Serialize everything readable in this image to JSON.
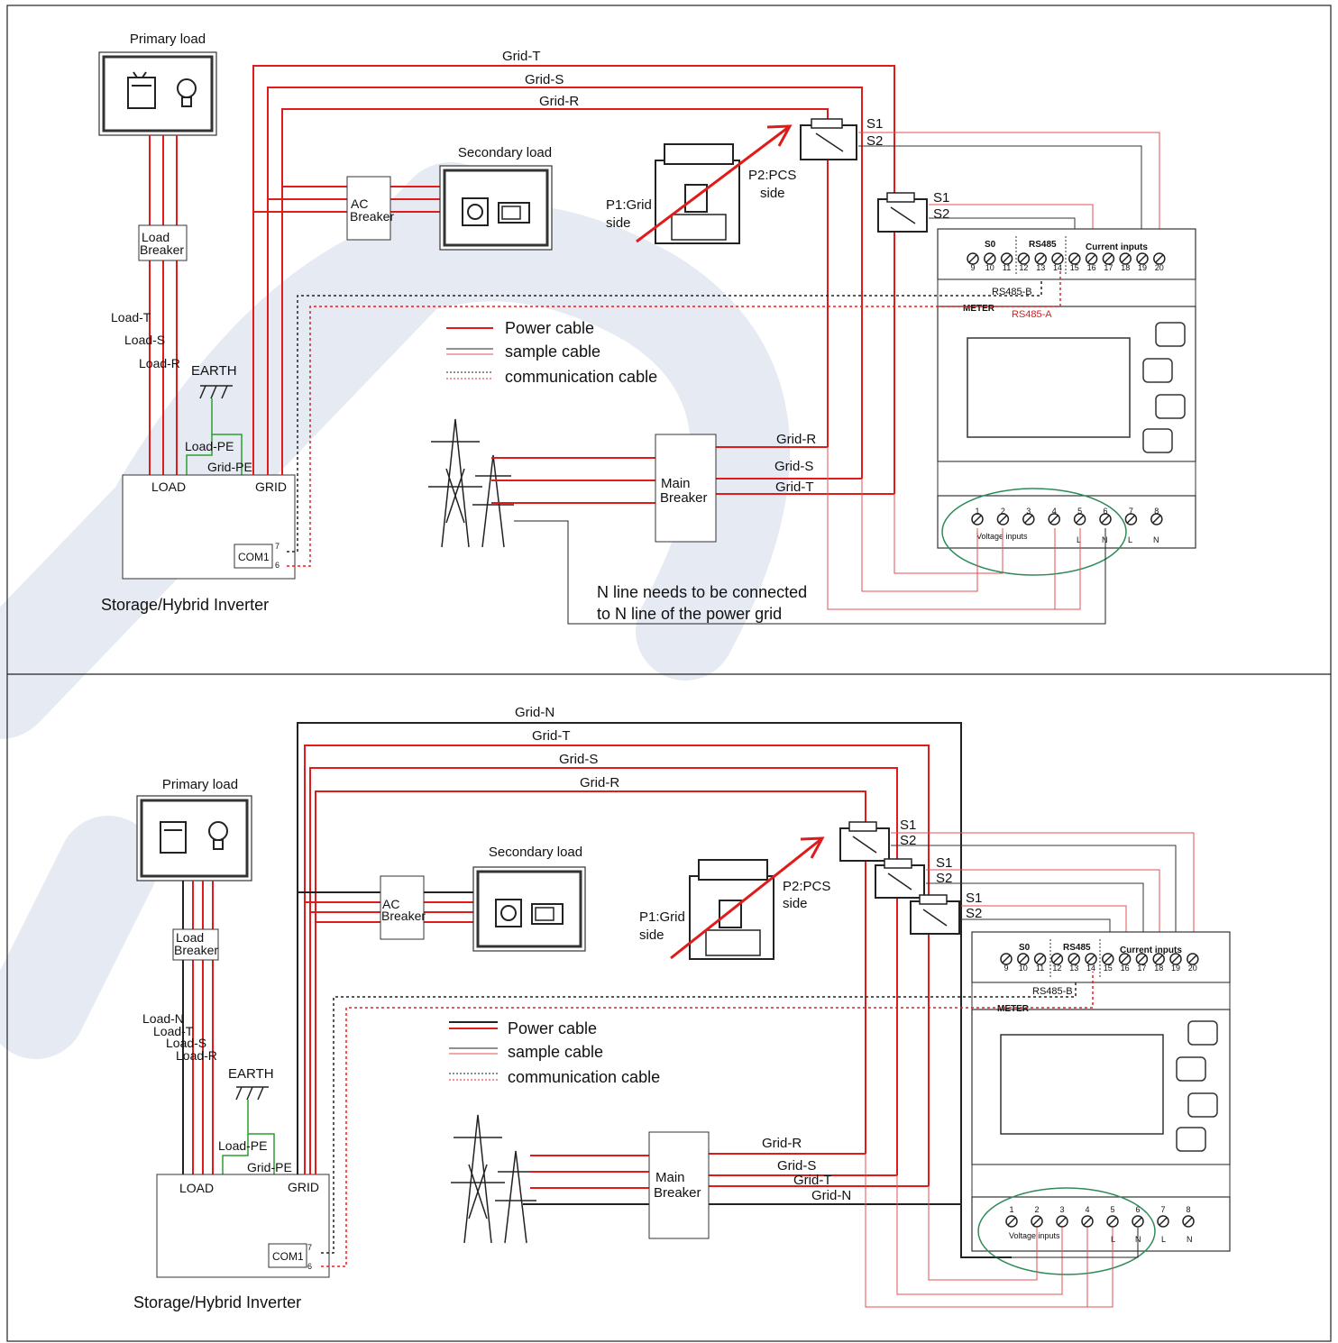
{
  "colors": {
    "power": "#e01b1b",
    "sample": "#222222",
    "sample_red": "#e05050",
    "earth": "#2f9e2f",
    "comm_black": "#222222",
    "comm_red": "#e02020",
    "oval": "#2e8b57",
    "watermark": "#e6eaf3"
  },
  "top": {
    "primary_load": "Primary load",
    "secondary_load": "Secondary load",
    "load_breaker_1": "Load",
    "load_breaker_2": "Breaker",
    "ac_breaker_1": "AC",
    "ac_breaker_2": "Breaker",
    "main_breaker_1": "Main",
    "main_breaker_2": "Breaker",
    "grid_t": "Grid-T",
    "grid_s": "Grid-S",
    "grid_r": "Grid-R",
    "load_t": "Load-T",
    "load_s": "Load-S",
    "load_r": "Load-R",
    "earth": "EARTH",
    "load_pe": "Load-PE",
    "grid_pe": "Grid-PE",
    "load": "LOAD",
    "grid": "GRID",
    "com1": "COM1",
    "pin7": "7",
    "pin6": "6",
    "inverter": "Storage/Hybrid Inverter",
    "p1_1": "P1:Grid",
    "p1_2": "side",
    "p2_1": "P2:PCS",
    "p2_2": "side",
    "s1": "S1",
    "s2": "S2",
    "rs485_b": "RS485-B",
    "rs485_a": "RS485-A",
    "meter": "METER",
    "n_note_1": "N line needs to be connected",
    "n_note_2": "to N line of the power grid"
  },
  "bottom": {
    "primary_load": "Primary load",
    "secondary_load": "Secondary load",
    "grid_n": "Grid-N",
    "grid_t": "Grid-T",
    "grid_s": "Grid-S",
    "grid_r": "Grid-R",
    "load_n": "Load-N",
    "load_t": "Load-T",
    "load_s": "Load-S",
    "load_r": "Load-R",
    "earth": "EARTH",
    "load_pe": "Load-PE",
    "grid_pe": "Grid-PE",
    "load": "LOAD",
    "grid": "GRID",
    "com1": "COM1",
    "inverter": "Storage/Hybrid Inverter",
    "rs485_b": "RS485-B",
    "meter": "METER"
  },
  "legend": {
    "power": "Power cable",
    "sample": "sample cable",
    "comm": "communication cable"
  },
  "meter": {
    "s0": "S0",
    "rs485": "RS485",
    "current_inputs": "Current inputs",
    "voltage_inputs": "Voltage inputs",
    "top_terminals": [
      "9",
      "10",
      "11",
      "12",
      "13",
      "14",
      "15",
      "16",
      "17",
      "18",
      "19",
      "20"
    ],
    "bottom_terminals": [
      "1",
      "2",
      "3",
      "4",
      "5",
      "6",
      "7",
      "8"
    ],
    "l": "L",
    "n": "N"
  }
}
